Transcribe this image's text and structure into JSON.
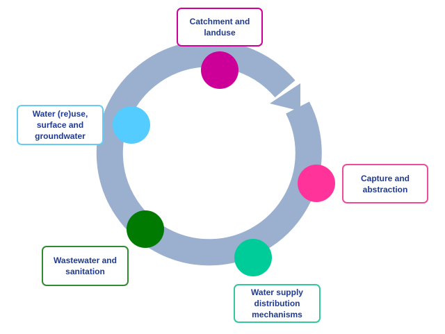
{
  "stages": [
    {
      "id": "catchment",
      "label": "Catchment and\nlanduse",
      "color": "#cc0099",
      "border": "#cc0099"
    },
    {
      "id": "capture",
      "label": "Capture and\nabstraction",
      "color": "#ff3399",
      "border": "#ee4c9a"
    },
    {
      "id": "supply",
      "label": "Water supply\ndistribution\nmechanisms",
      "color": "#00cc99",
      "border": "#33c79b"
    },
    {
      "id": "wastewater",
      "label": "Wastewater and\nsanitation",
      "color": "#007a00",
      "border": "#2e8b2e"
    },
    {
      "id": "reuse",
      "label": "Water (re)use,\nsurface and\ngroundwater",
      "color": "#55ccff",
      "border": "#66ccf5"
    }
  ],
  "ring_color": "#9bb0cf"
}
